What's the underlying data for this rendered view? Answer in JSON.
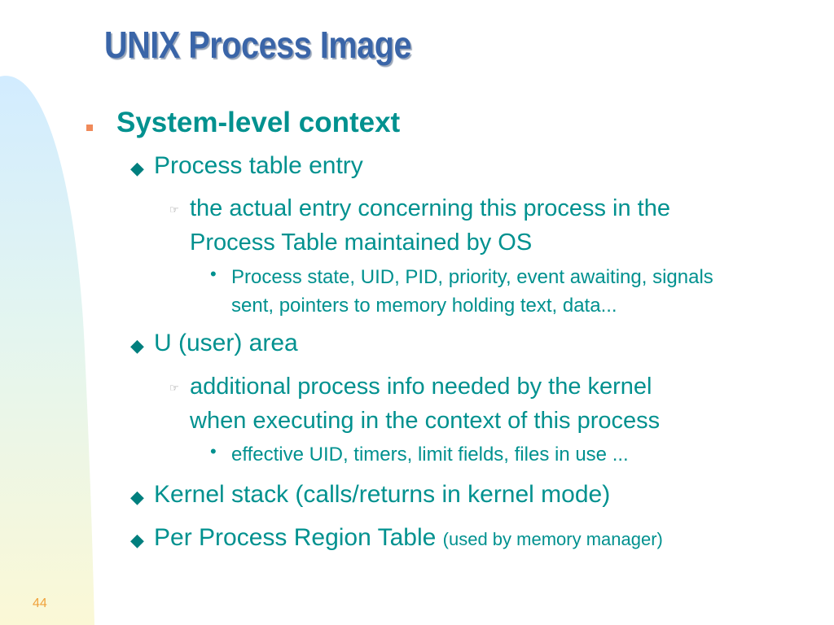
{
  "slide": {
    "title": "UNIX Process Image",
    "page_number": "44"
  },
  "content": {
    "system_level_context": "System-level context",
    "process_table_entry": "Process table entry",
    "pte_desc_line1": "the actual entry concerning this process in the",
    "pte_desc_line2": "Process Table maintained by OS",
    "pte_detail_line1": "Process state, UID, PID, priority, event awaiting, signals",
    "pte_detail_line2": "sent,  pointers to memory holding text, data...",
    "u_area": "U (user) area",
    "u_desc_line1": "additional process info needed by the kernel",
    "u_desc_line2": "when executing in the context of this process",
    "u_detail": "effective UID, timers, limit fields, files in use ...",
    "kernel_stack": "Kernel stack (calls/returns in kernel mode)",
    "region_table": "Per Process Region Table",
    "region_table_note": "(used by memory manager)"
  },
  "bullets": {
    "square": "■",
    "diamond": "◆",
    "hand": "☞",
    "dot": "•"
  },
  "colors": {
    "title": "#3a65a8",
    "body_text": "#00918f",
    "square_bullet": "#f08a5a",
    "page_number": "#f0a23c"
  }
}
